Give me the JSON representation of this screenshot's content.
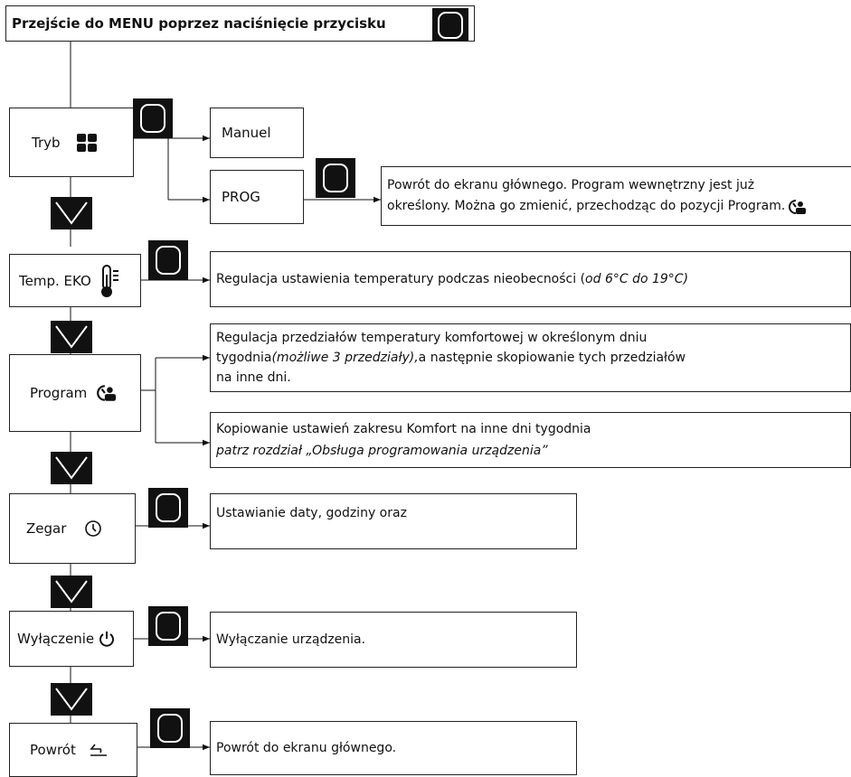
{
  "header": {
    "title": "Przejście do MENU poprzez naciśnięcie przycisku"
  },
  "menu": [
    {
      "label": "Tryb",
      "icon": "grid-icon"
    },
    {
      "label": "Temp. EKO",
      "icon": "thermometer-icon"
    },
    {
      "label": "Program",
      "icon": "program-clock-icon"
    },
    {
      "label": "Zegar",
      "icon": "clock-icon"
    },
    {
      "label": "Wyłączenie",
      "icon": "power-icon"
    },
    {
      "label": "Powrót",
      "icon": "return-icon"
    }
  ],
  "tryb": {
    "option1": "Manuel",
    "option2": "PROG",
    "prog_desc_line1": "Powrót do ekranu głównego. Program wewnętrzny jest już",
    "prog_desc_line2": "określony. Można go zmienić, przechodząc do pozycji Program."
  },
  "temp_eko": {
    "desc": "Regulacja ustawienia temperatury podczas nieobecności (",
    "desc_range": "od 6°C do 19°C)"
  },
  "program": {
    "desc1_line1": "Regulacja przedziałów temperatury komfortowej w określonym dniu",
    "desc1_line2a": "tygodnia",
    "desc1_line2b": "(możliwe 3 przedziały),",
    "desc1_line2c": "a następnie skopiowanie tych przedziałów",
    "desc1_line3": "na inne dni.",
    "desc2_line1": "Kopiowanie ustawień zakresu Komfort na inne dni tygodnia",
    "desc2_line2": "patrz rozdział „Obsługa programowania urządzenia”"
  },
  "zegar": {
    "desc": "Ustawianie daty, godziny oraz"
  },
  "wylaczenie": {
    "desc": "Wyłączanie urządzenia."
  },
  "powrot": {
    "desc": "Powrót do ekranu głównego."
  }
}
